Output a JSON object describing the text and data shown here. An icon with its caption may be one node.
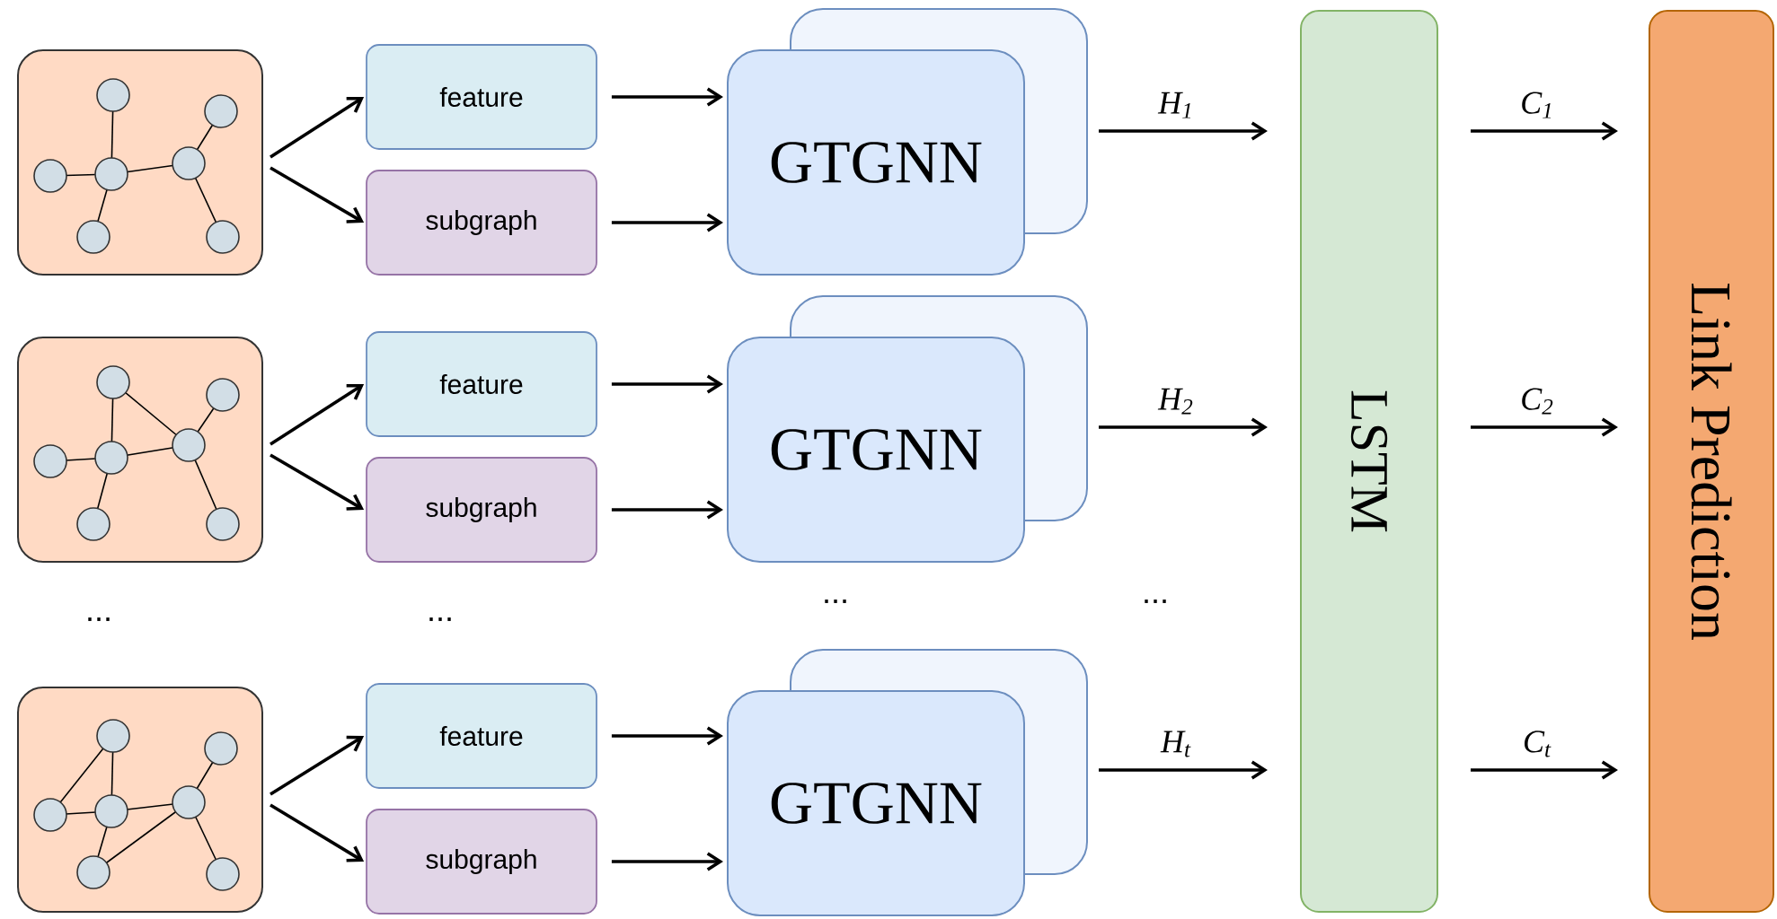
{
  "diagram": {
    "nodes": [
      {
        "text": [],
        "shape": "box"
      },
      {
        "text": [
          "feature"
        ]
      },
      {
        "text": [
          "subgraph"
        ]
      },
      {
        "text": [
          "GTGNN"
        ]
      },
      {
        "text": [],
        "shape": "box"
      },
      {
        "text": [
          "feature"
        ]
      },
      {
        "text": [
          "subgraph"
        ]
      },
      {
        "text": [
          "GTGNN"
        ]
      },
      {
        "text": [],
        "shape": "box"
      },
      {
        "text": [
          "feature"
        ]
      },
      {
        "text": [
          "subgraph"
        ]
      },
      {
        "text": [
          "GTGNN"
        ]
      },
      {
        "text": [
          "LSTM"
        ]
      },
      {
        "text": [
          "Link Prediction"
        ]
      },
      {
        "text": [],
        "shape": "box"
      },
      {
        "text": [],
        "shape": "box"
      },
      {
        "text": [],
        "shape": "box"
      }
    ],
    "edges": [
      {
        "from": 0,
        "to": 1,
        "arrow": "to"
      },
      {
        "from": 0,
        "to": 2,
        "arrow": "to"
      },
      {
        "from": 1,
        "to": 3,
        "arrow": "to"
      },
      {
        "from": 2,
        "to": 3,
        "arrow": "to"
      },
      {
        "from": 14,
        "to": 12,
        "arrow": "to",
        "label": "H$_{1}$"
      },
      {
        "from": 12,
        "to": 13,
        "arrow": "to",
        "label": "C$_{1}$"
      },
      {
        "from": 4,
        "to": 5,
        "arrow": "to"
      },
      {
        "from": 4,
        "to": 6,
        "arrow": "to"
      },
      {
        "from": 5,
        "to": 7,
        "arrow": "to"
      },
      {
        "from": 6,
        "to": 7,
        "arrow": "to"
      },
      {
        "from": 15,
        "to": 12,
        "arrow": "to",
        "label": "H$_{2}$"
      },
      {
        "from": 12,
        "to": 13,
        "arrow": "to",
        "label": "C$_{2}$"
      },
      {
        "from": 8,
        "to": 9,
        "arrow": "to"
      },
      {
        "from": 8,
        "to": 10,
        "arrow": "to"
      },
      {
        "from": 9,
        "to": 11,
        "arrow": "to"
      },
      {
        "from": 10,
        "to": 11,
        "arrow": "to"
      },
      {
        "from": 16,
        "to": 12,
        "arrow": "to",
        "label": "H$_{t}$"
      },
      {
        "from": 12,
        "to": 13,
        "arrow": "to",
        "label": "C$_{t}$"
      }
    ],
    "labels": [
      "...",
      "...",
      "...",
      "..."
    ]
  }
}
